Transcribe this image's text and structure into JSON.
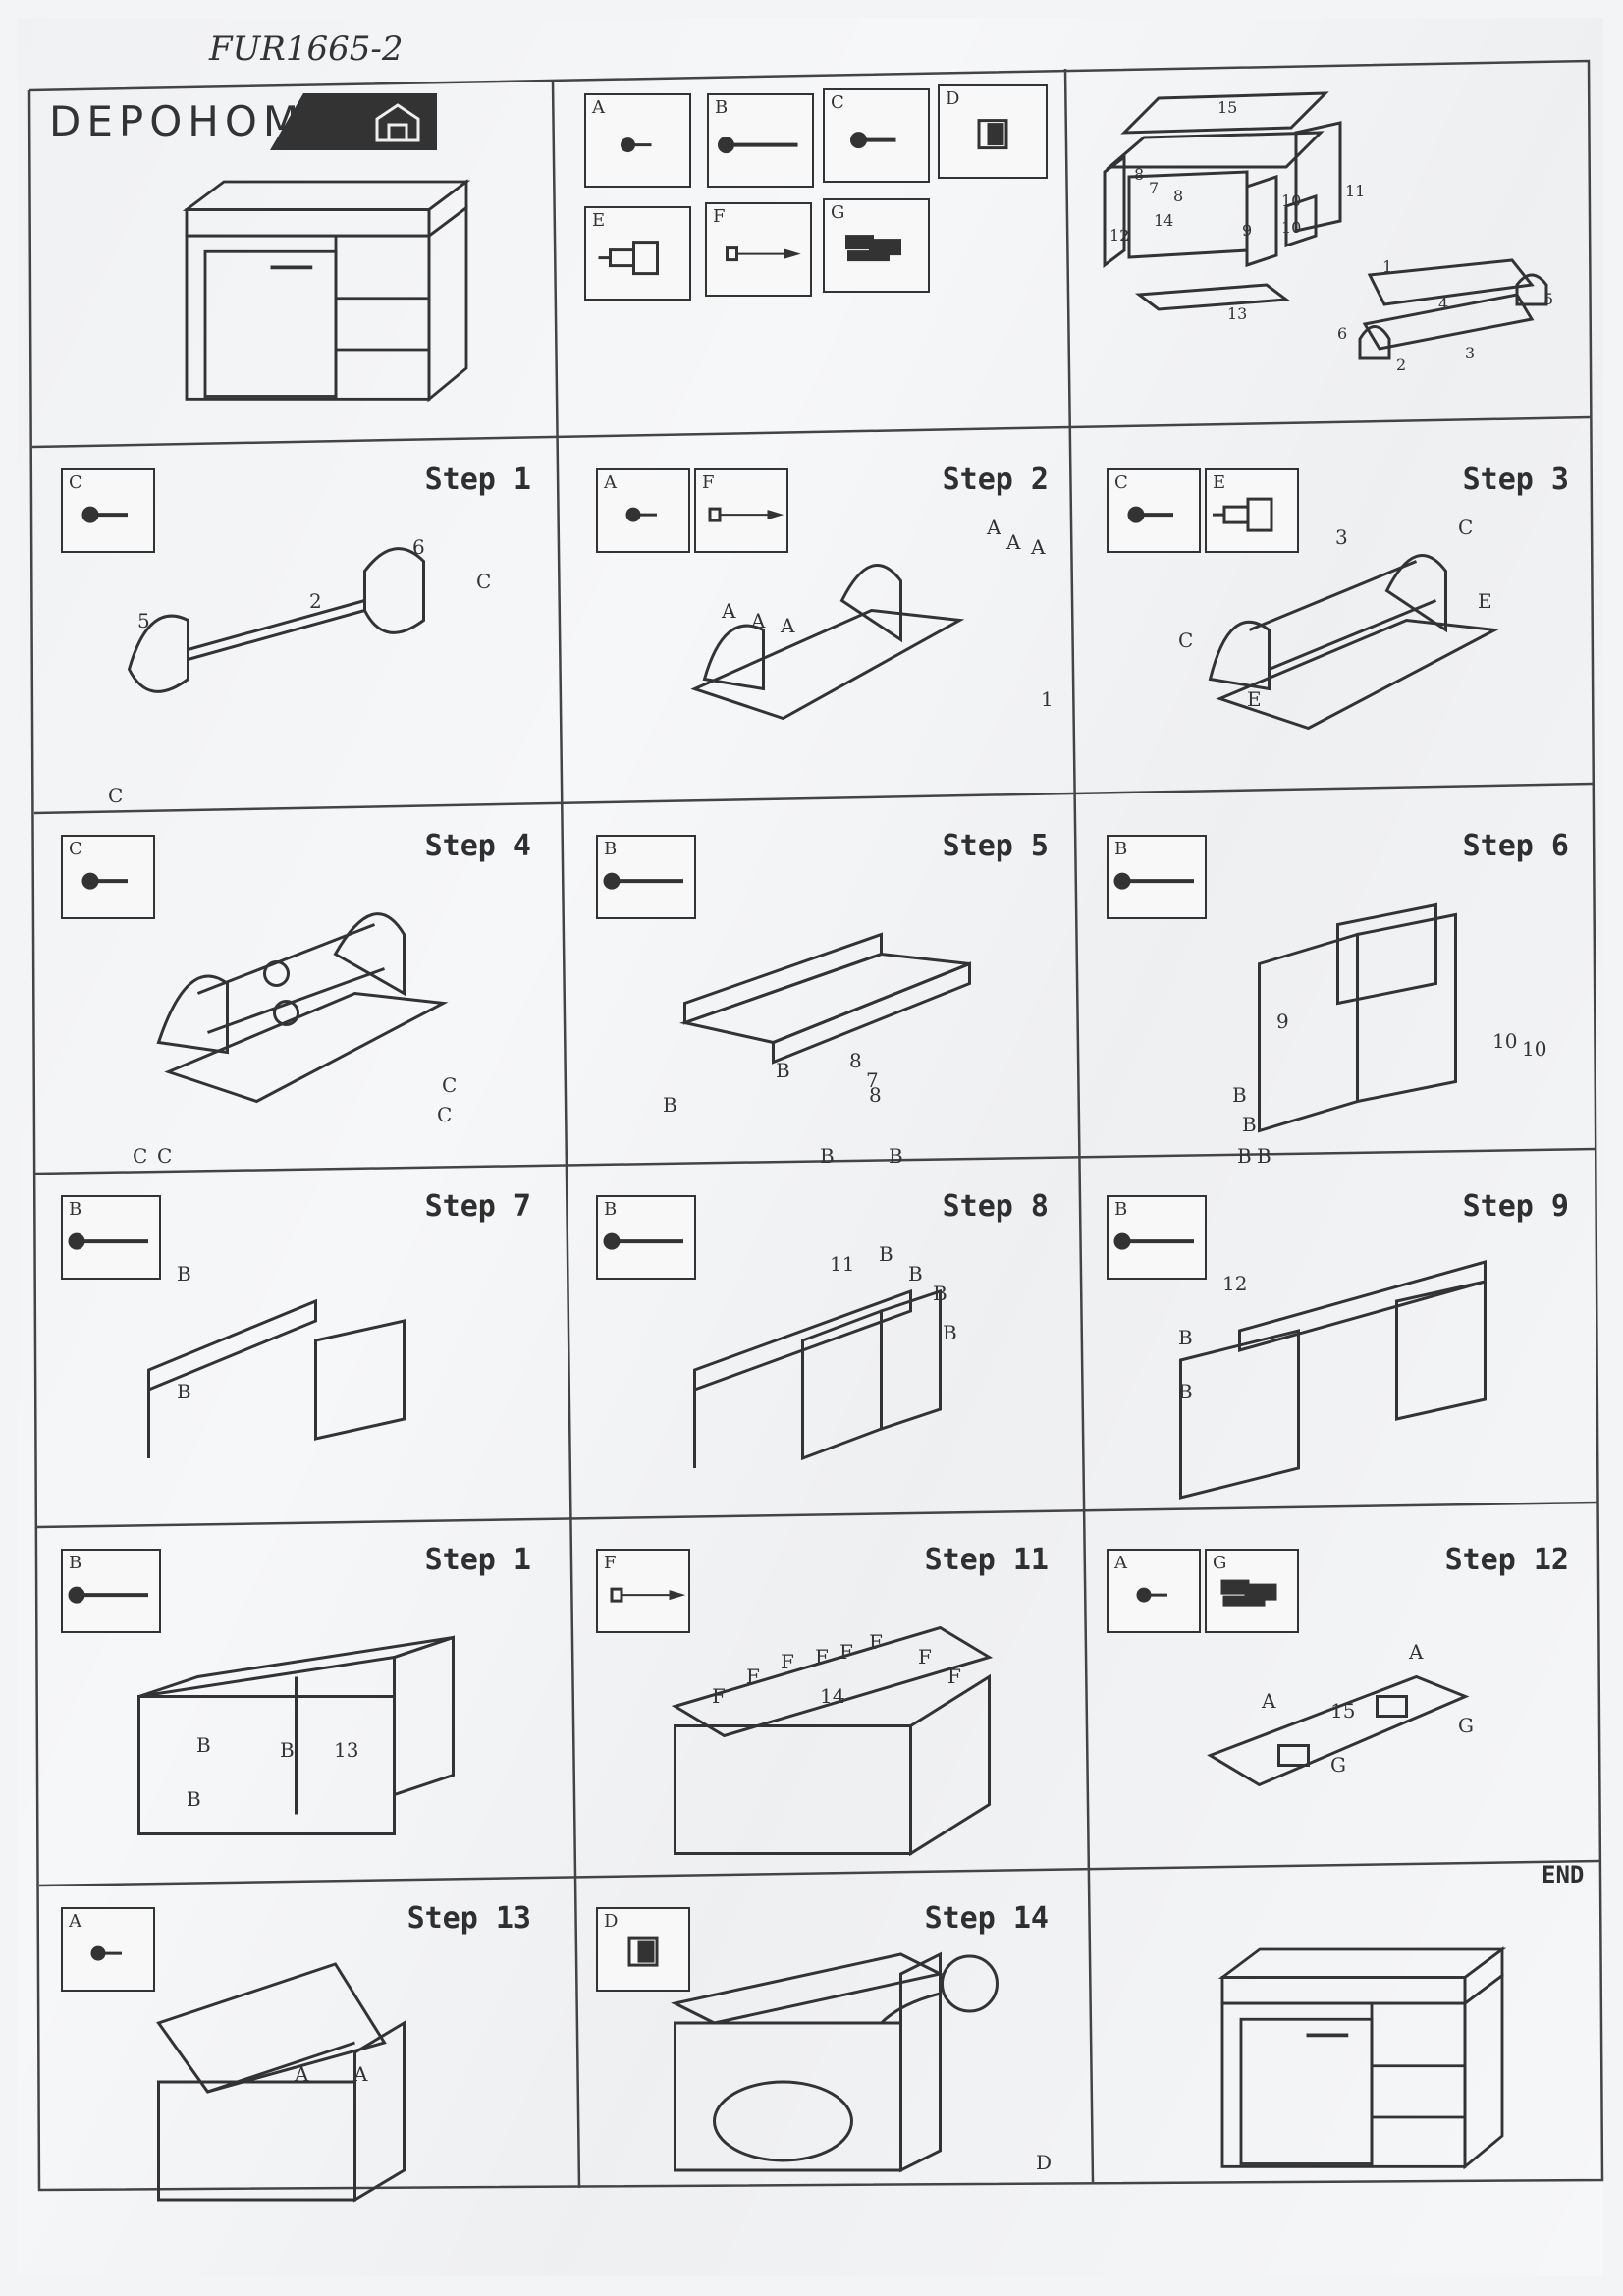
{
  "document": {
    "handwritten_code": "FUR1665-2",
    "brand": "DEPOHOME",
    "end_label": "END"
  },
  "parts": [
    {
      "letter": "A",
      "icon": "short-screw-icon"
    },
    {
      "letter": "B",
      "icon": "long-screw-icon"
    },
    {
      "letter": "C",
      "icon": "screw-icon"
    },
    {
      "letter": "D",
      "icon": "cam-lock-icon"
    },
    {
      "letter": "E",
      "icon": "dowel-cam-icon"
    },
    {
      "letter": "F",
      "icon": "nail-icon"
    },
    {
      "letter": "G",
      "icon": "hinge-icon"
    }
  ],
  "exploded_labels": [
    "15",
    "8",
    "7",
    "8",
    "12",
    "14",
    "9",
    "10",
    "10",
    "11",
    "13",
    "1",
    "4",
    "5",
    "6",
    "2",
    "3"
  ],
  "steps": [
    {
      "title": "Step 1",
      "parts": [
        "C"
      ],
      "labels": [
        "5",
        "2",
        "6",
        "C",
        "C"
      ]
    },
    {
      "title": "Step 2",
      "parts": [
        "A",
        "F"
      ],
      "labels": [
        "A",
        "A",
        "A",
        "A",
        "A",
        "A",
        "1"
      ]
    },
    {
      "title": "Step 3",
      "parts": [
        "C",
        "E"
      ],
      "labels": [
        "3",
        "C",
        "E",
        "C",
        "E"
      ]
    },
    {
      "title": "Step 4",
      "parts": [
        "C"
      ],
      "labels": [
        "C",
        "C",
        "C",
        "C"
      ]
    },
    {
      "title": "Step 5",
      "parts": [
        "B"
      ],
      "labels": [
        "B",
        "8",
        "7",
        "8",
        "B",
        "B",
        "B"
      ]
    },
    {
      "title": "Step 6",
      "parts": [
        "B"
      ],
      "labels": [
        "9",
        "10",
        "10",
        "B",
        "B",
        "B",
        "B"
      ]
    },
    {
      "title": "Step 7",
      "parts": [
        "B"
      ],
      "labels": [
        "B",
        "B"
      ]
    },
    {
      "title": "Step 8",
      "parts": [
        "B"
      ],
      "labels": [
        "11",
        "B",
        "B",
        "B",
        "B"
      ]
    },
    {
      "title": "Step 9",
      "parts": [
        "B"
      ],
      "labels": [
        "12",
        "B",
        "B"
      ]
    },
    {
      "title": "Step 1",
      "parts": [
        "B"
      ],
      "labels": [
        "13",
        "B",
        "B",
        "B"
      ]
    },
    {
      "title": "Step 11",
      "parts": [
        "F"
      ],
      "labels": [
        "F",
        "F",
        "F",
        "F",
        "F",
        "F",
        "F",
        "F",
        "14"
      ]
    },
    {
      "title": "Step 12",
      "parts": [
        "A",
        "G"
      ],
      "labels": [
        "A",
        "A",
        "15",
        "G",
        "G"
      ]
    },
    {
      "title": "Step 13",
      "parts": [
        "A"
      ],
      "labels": [
        "A",
        "A"
      ]
    },
    {
      "title": "Step 14",
      "parts": [
        "D"
      ],
      "labels": [
        "D"
      ]
    }
  ]
}
